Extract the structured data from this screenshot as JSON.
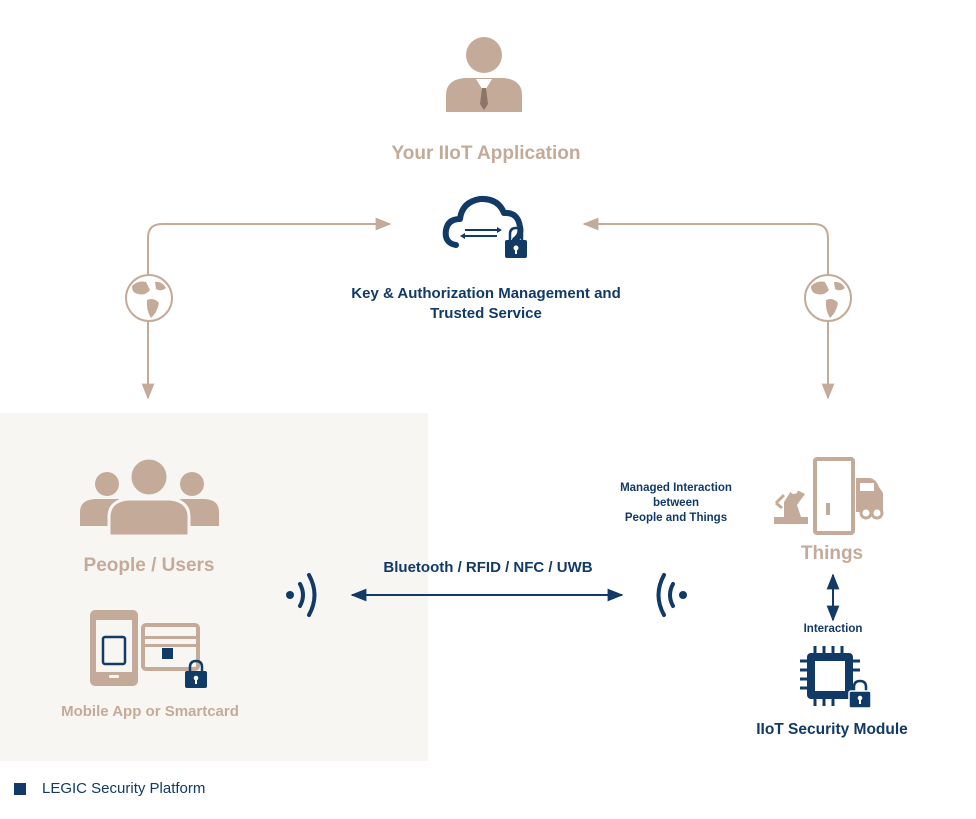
{
  "diagram": {
    "app_title": "Your IIoT Application",
    "kams_line1": "Key & Authorization Management and",
    "kams_line2": "Trusted Service",
    "people_label": "People / Users",
    "mobile_label": "Mobile App or Smartcard",
    "things_label": "Things",
    "protocol_label": "Bluetooth / RFID / NFC / UWB",
    "managed_line1": "Managed Interaction",
    "managed_line2": "between",
    "managed_line3": "People and Things",
    "interaction_label": "Interaction",
    "module_label": "IIoT Security Module"
  },
  "legend": {
    "label": "LEGIC Security Platform"
  },
  "colors": {
    "beige": "#c4ab99",
    "navy": "#123a66",
    "panel": "#f8f6f3"
  },
  "icons": [
    "person-icon",
    "cloud-lock-icon",
    "globe-icon",
    "people-group-icon",
    "mobile-smartcard-icon",
    "things-icon",
    "chip-lock-icon",
    "signal-icon"
  ]
}
